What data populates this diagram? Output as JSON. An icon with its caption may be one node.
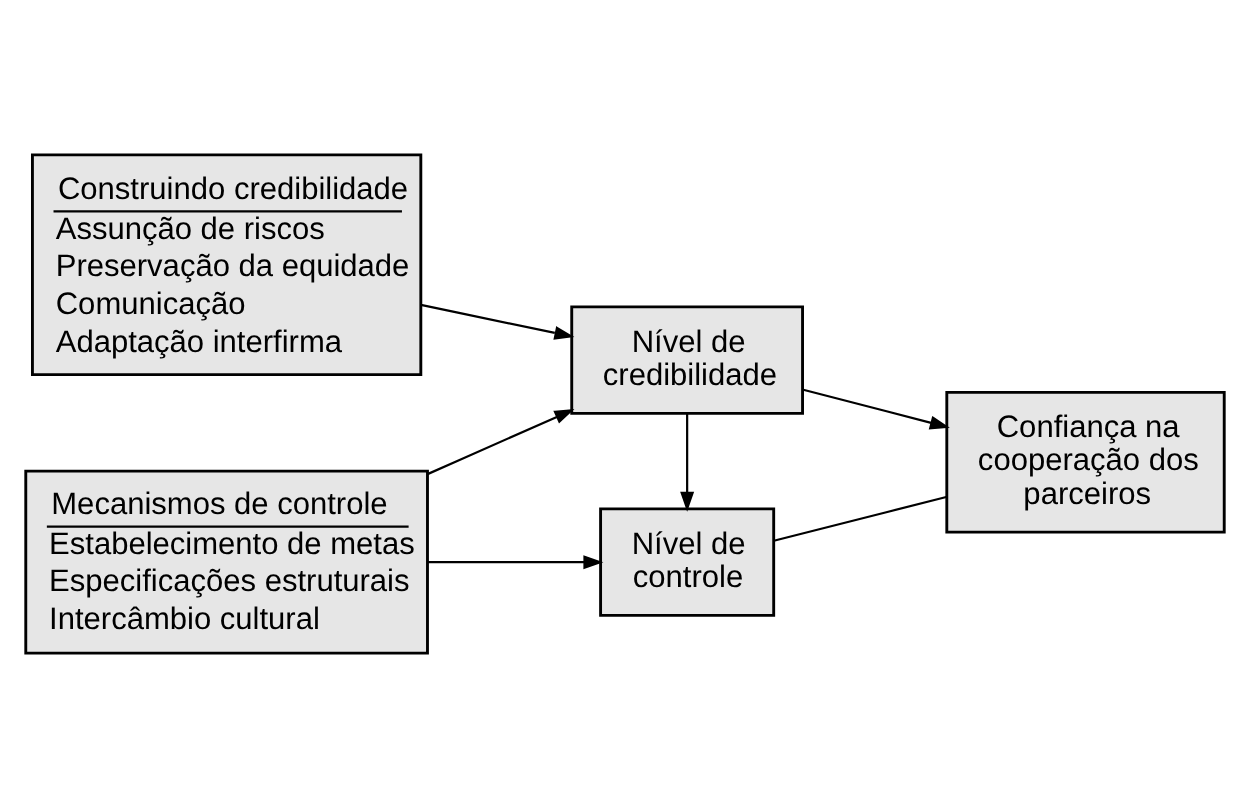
{
  "diagram": {
    "nodes": [
      {
        "text": [
          "Construindo credibilidade",
          "Assunção de riscos",
          "Preservação da equidade",
          "Comunicação",
          "Adaptação interfirma"
        ]
      },
      {
        "text": [
          "Nível de credibilidade"
        ]
      },
      {
        "text": [
          "Confiança na cooperação dos parceiros"
        ]
      },
      {
        "text": [
          "Nível de controle"
        ]
      },
      {
        "text": [
          "Mecanismos de controle",
          "Estabelecimento de metas",
          "Especificações estruturais",
          "Intercâmbio cultural"
        ]
      }
    ],
    "edges": [
      {
        "from": 0,
        "to": 1,
        "arrow": "to"
      },
      {
        "from": 1,
        "to": 2,
        "arrow": "to"
      },
      {
        "from": 2,
        "to": 3,
        "arrow": "none"
      },
      {
        "from": 1,
        "to": 3,
        "arrow": "to"
      },
      {
        "from": 4,
        "to": 3,
        "arrow": "to"
      },
      {
        "from": 4,
        "to": 1,
        "arrow": "to"
      }
    ]
  }
}
